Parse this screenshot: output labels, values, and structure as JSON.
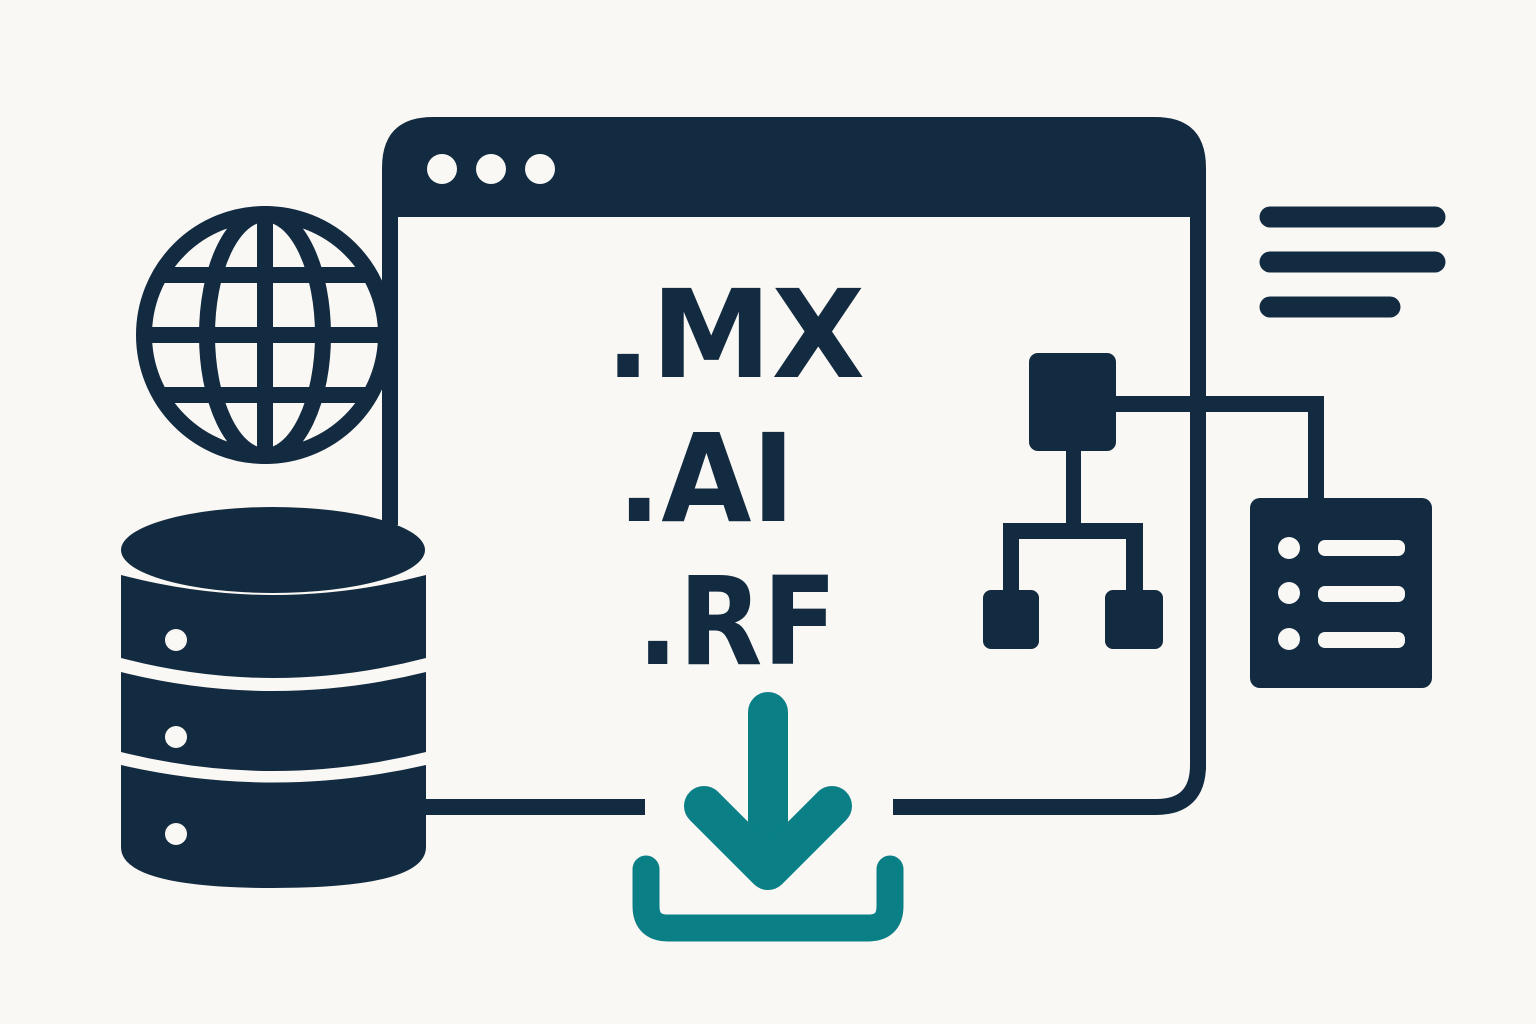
{
  "colors": {
    "background": "#faf8f5",
    "primary": "#132b40",
    "accent": "#0a7f86"
  },
  "window": {
    "control_dots": 3
  },
  "domains": [
    {
      "label": ".MX"
    },
    {
      "label": ".AI"
    },
    {
      "label": ".RF"
    }
  ],
  "icons": {
    "globe": "globe-icon",
    "database": "database-icon",
    "download": "download-icon",
    "text_lines": "text-lines-icon",
    "hierarchy": "hierarchy-icon",
    "document": "document-list-icon"
  }
}
